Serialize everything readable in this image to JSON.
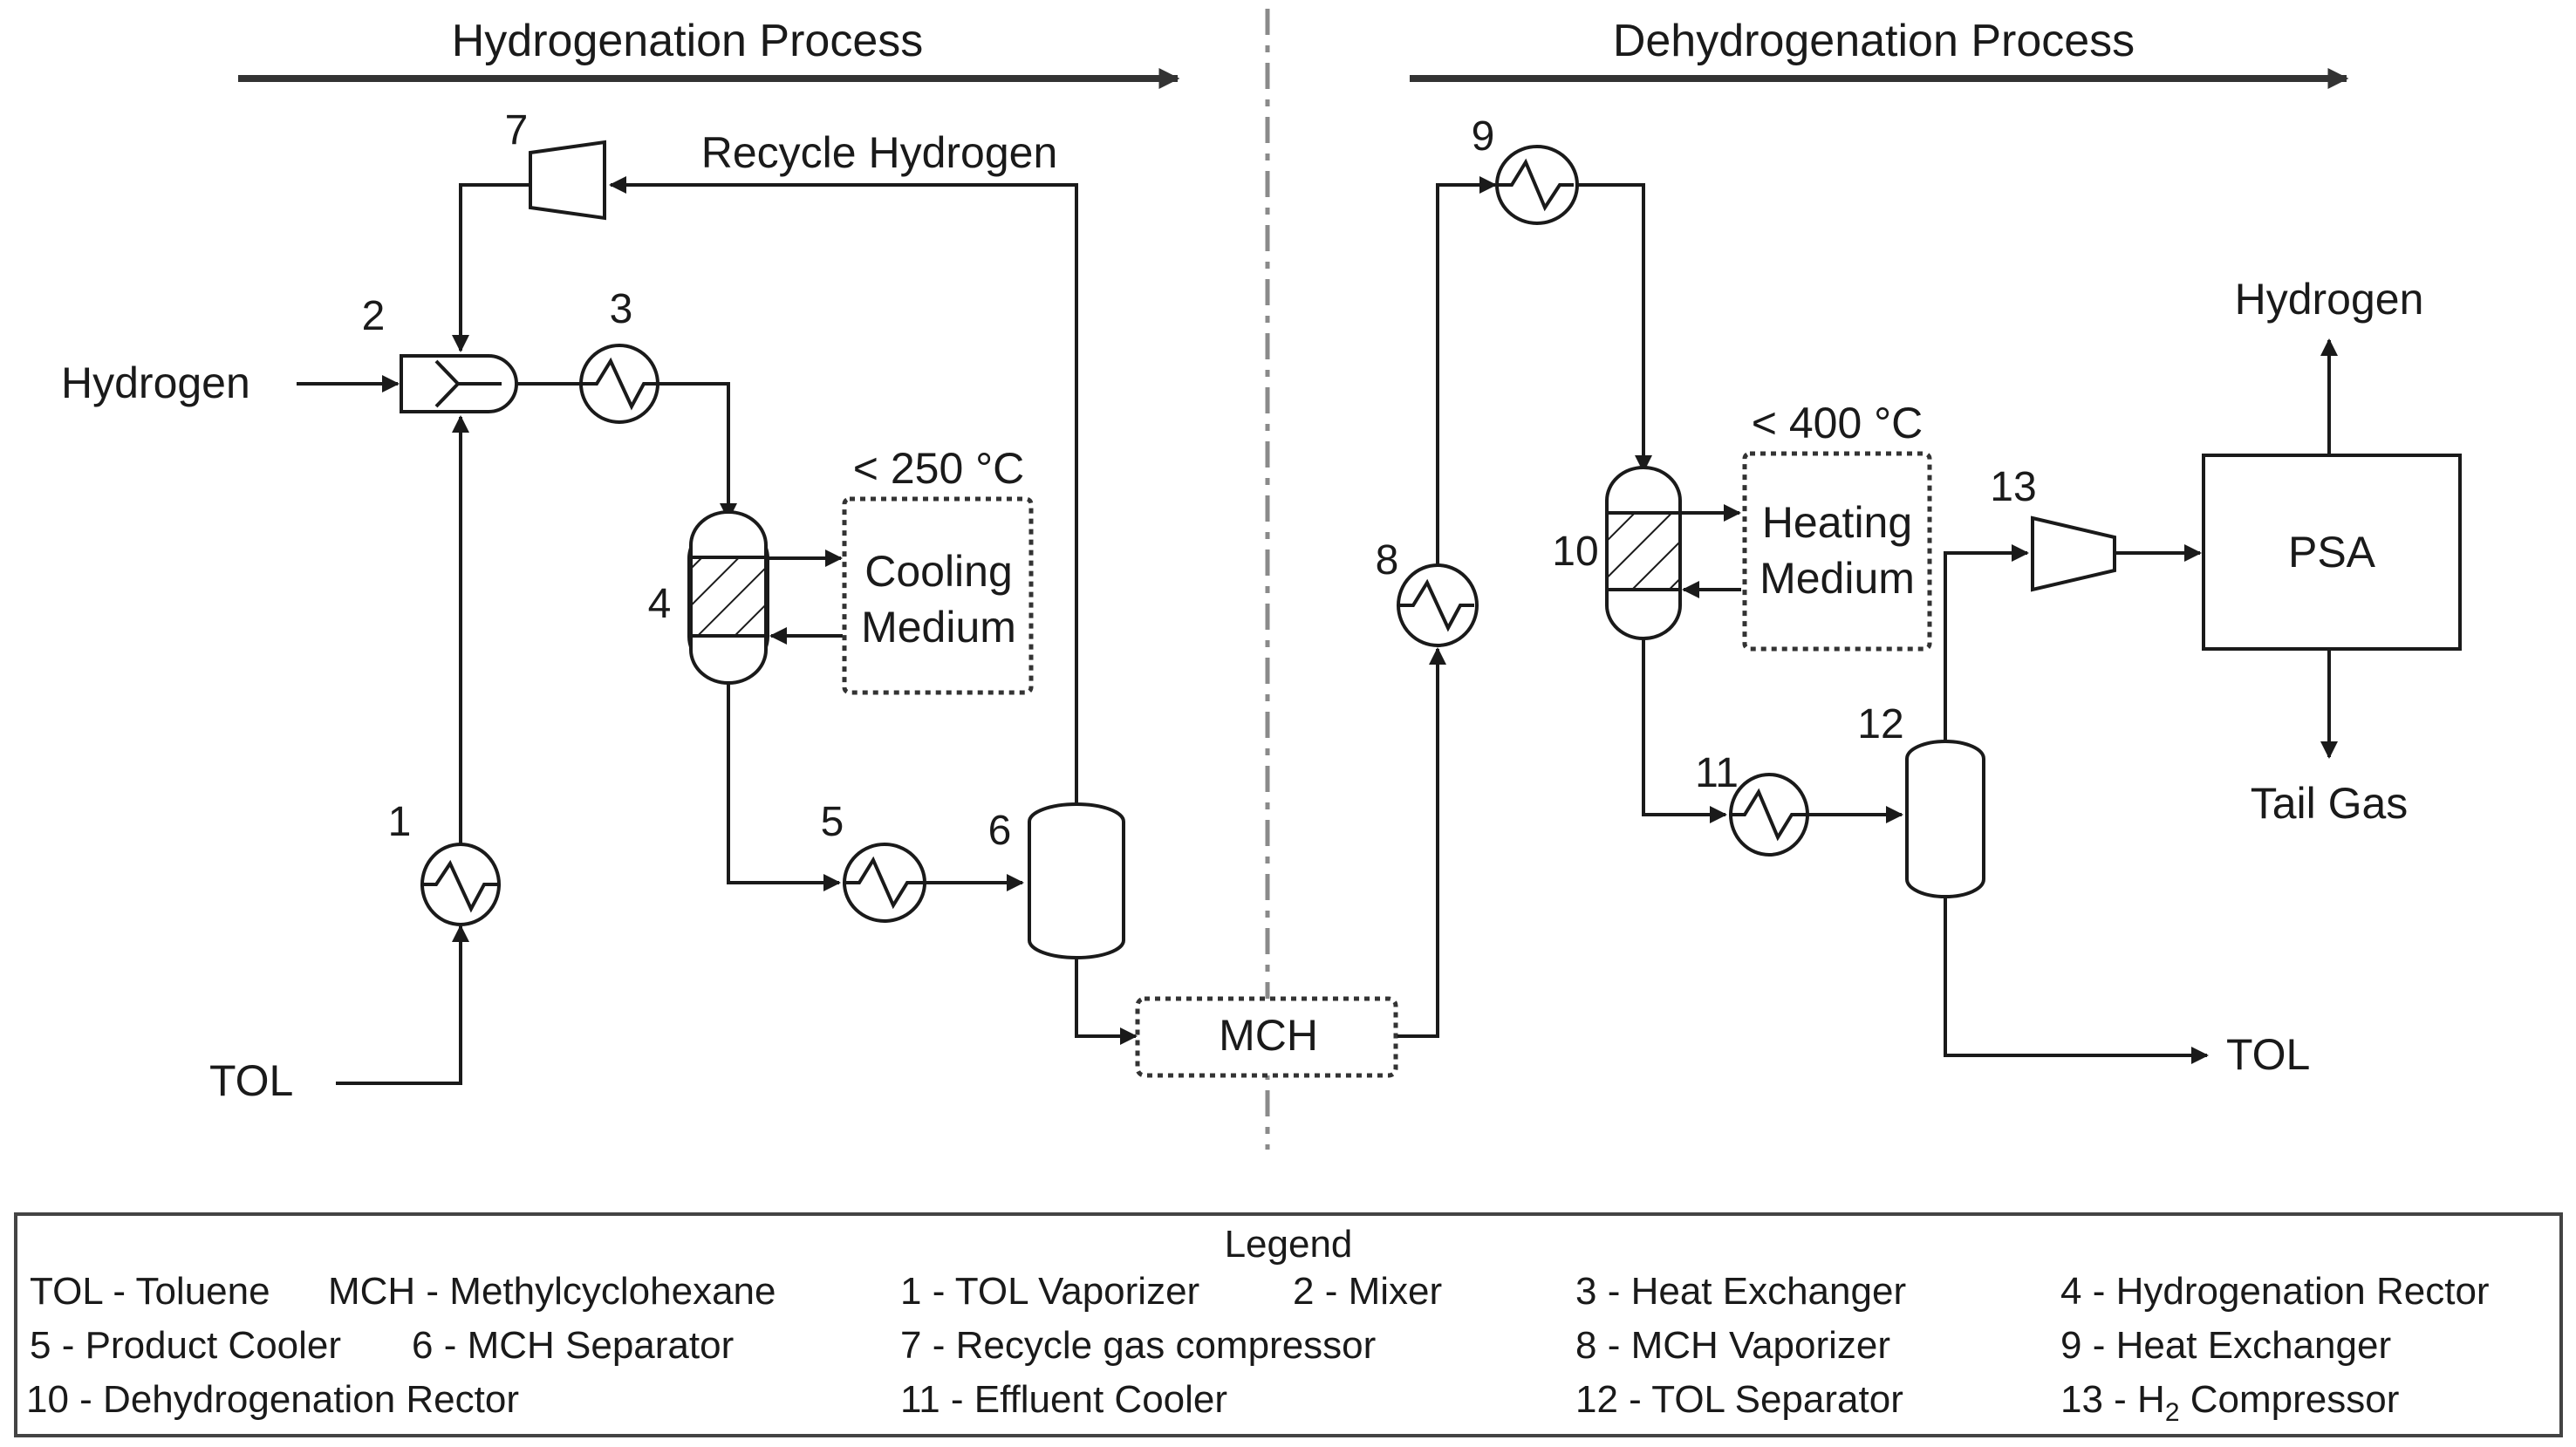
{
  "headers": {
    "left": "Hydrogenation Process",
    "right": "Dehydrogenation Process"
  },
  "streams": {
    "hydrogen_in": "Hydrogen",
    "tol_in": "TOL",
    "recycle_hydrogen": "Recycle Hydrogen",
    "mch_storage": "MCH",
    "hydrogen_out": "Hydrogen",
    "tail_gas": "Tail Gas",
    "tol_out": "TOL",
    "psa": "PSA"
  },
  "media": {
    "cooling_temp": "< 250 °C",
    "cooling_line1": "Cooling",
    "cooling_line2": "Medium",
    "heating_temp": "< 400 °C",
    "heating_line1": "Heating",
    "heating_line2": "Medium"
  },
  "equipment_numbers": [
    "1",
    "2",
    "3",
    "4",
    "5",
    "6",
    "7",
    "8",
    "9",
    "10",
    "11",
    "12",
    "13"
  ],
  "legend": {
    "title": "Legend",
    "rows": [
      [
        "TOL - Toluene",
        "MCH - Methylcyclohexane",
        "1 - TOL Vaporizer",
        "2 - Mixer",
        "3 - Heat Exchanger",
        "4 - Hydrogenation Rector"
      ],
      [
        "5 - Product Cooler",
        "6 - MCH Separator",
        "7 - Recycle gas compressor",
        "8 - MCH Vaporizer",
        "9 - Heat Exchanger"
      ],
      [
        "10 - Dehydrogenation Rector",
        "11 - Effluent Cooler",
        "12 - TOL Separator"
      ]
    ],
    "h2_compressor": {
      "prefix": "13 - H",
      "sub": "2",
      "suffix": " Compressor"
    }
  }
}
